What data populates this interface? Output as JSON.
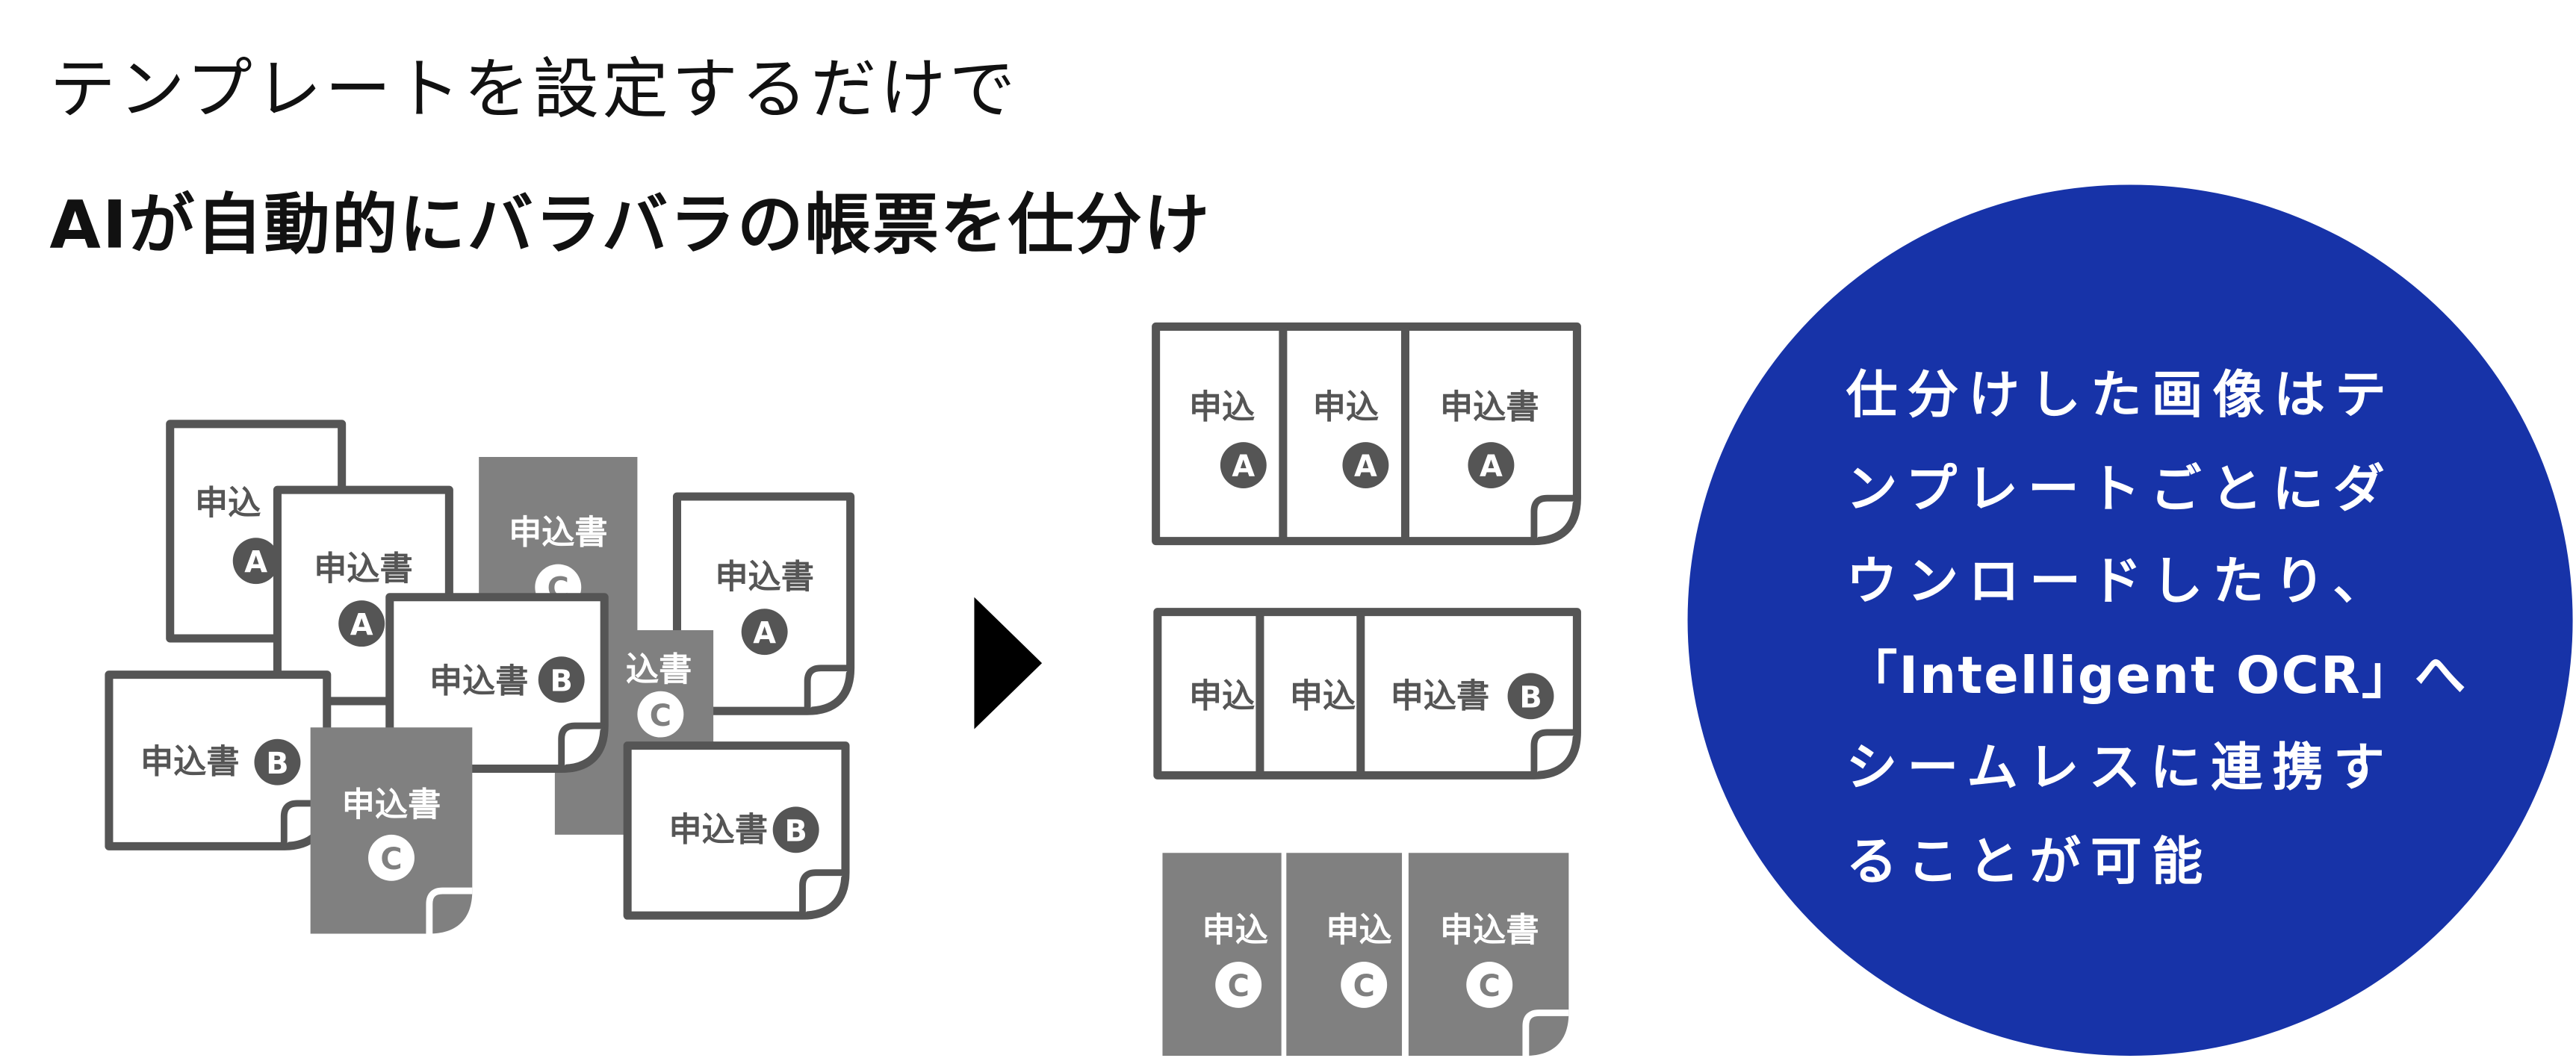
{
  "heading": {
    "line1": "テンプレートを設定するだけで",
    "line2": "AIが自動的にバラバラの帳票を仕分け"
  },
  "document": {
    "label": "申込書",
    "label_partial_left": "申込",
    "label_partial_right": "込書",
    "types": [
      "A",
      "B",
      "C"
    ]
  },
  "callout": {
    "lines": [
      "仕分けした画像はテ",
      "ンプレートごとにダ",
      "ウンロードしたり、",
      "「Intelligent OCR」へ",
      "シームレスに連携す",
      "ることが可能"
    ]
  },
  "colors": {
    "doc_outline": "#555555",
    "doc_gray": "#808080",
    "accent_circle": "#1733a8",
    "arrow": "#000000"
  }
}
